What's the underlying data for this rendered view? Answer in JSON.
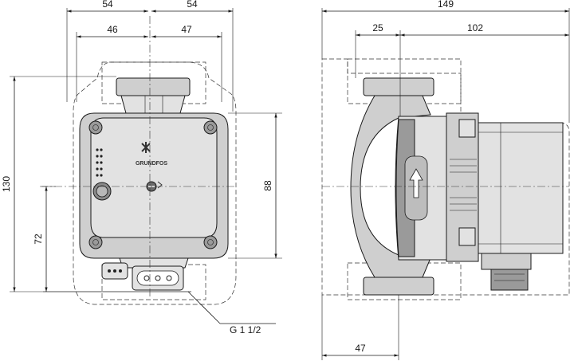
{
  "dimensions": {
    "d54_left": "54",
    "d54_right": "54",
    "d46": "46",
    "d47_top": "47",
    "d130": "130",
    "d72": "72",
    "d88": "88",
    "d149": "149",
    "d25": "25",
    "d102": "102",
    "d47_bottom": "47"
  },
  "callouts": {
    "thread": "G 1 1/2"
  },
  "brand": {
    "logo_text": "GRUNDFOS"
  }
}
